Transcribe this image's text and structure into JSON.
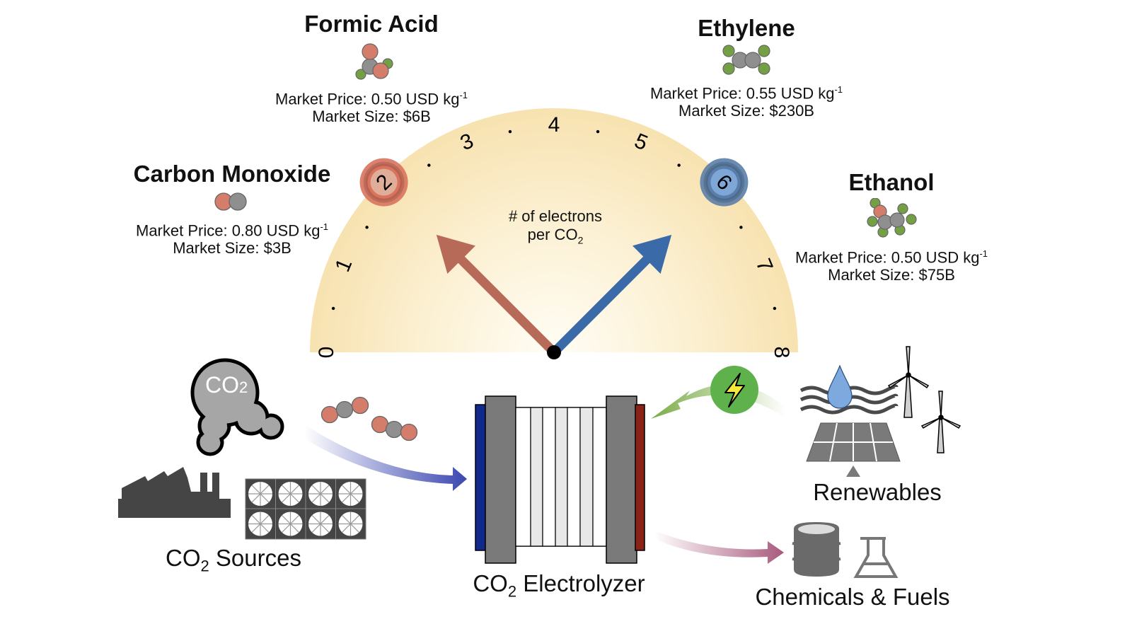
{
  "gauge": {
    "caption_line1": "# of electrons",
    "caption_line2": "per CO",
    "caption_sub": "2",
    "min": 0,
    "max": 8,
    "tick_labels": [
      "0",
      "1",
      "2",
      "3",
      "4",
      "5",
      "6",
      "7",
      "8"
    ],
    "pointers": [
      {
        "name": "co-formic-pointer",
        "value": 2,
        "color": "#b86a58",
        "badge_outer": "#d9735e",
        "badge_inner": "#e0ad98"
      },
      {
        "name": "ethylene-ethanol-pointer",
        "value": 6,
        "color": "#3a6aa8",
        "badge_outer": "#5a7eaa",
        "badge_inner": "#7ea6d6"
      }
    ],
    "colors": {
      "fill_edge": "#f7e2b0",
      "fill_center": "#fffdf5"
    }
  },
  "products": [
    {
      "id": "carbon-monoxide",
      "name": "Carbon Monoxide",
      "price_label": "Market Price: 0.80 USD kg",
      "price_exp": "-1",
      "size_label": "Market Size: $3B",
      "electrons": 2
    },
    {
      "id": "formic-acid",
      "name": "Formic Acid",
      "price_label": "Market Price: 0.50 USD kg",
      "price_exp": "-1",
      "size_label": "Market Size: $6B",
      "electrons": 2
    },
    {
      "id": "ethylene",
      "name": "Ethylene",
      "price_label": "Market Price: 0.55 USD kg",
      "price_exp": "-1",
      "size_label": "Market Size: $230B",
      "electrons": 6
    },
    {
      "id": "ethanol",
      "name": "Ethanol",
      "price_label": "Market Price: 0.50 USD kg",
      "price_exp": "-1",
      "size_label": "Market Size: $75B",
      "electrons": 6
    }
  ],
  "atom_colors": {
    "oxygen": "#d47d6a",
    "carbon": "#8f8f8f",
    "hydrogen": "#74a044"
  },
  "flow": {
    "sources_label": "CO",
    "sources_sub": "2",
    "sources_suffix": " Sources",
    "cloud_label": "CO",
    "cloud_sub": "2",
    "electrolyzer_label": "CO",
    "electrolyzer_sub": "2",
    "electrolyzer_suffix": " Electrolyzer",
    "renewables_label": "Renewables",
    "products_label": "Chemicals & Fuels"
  },
  "colors": {
    "cathode": "#0f2a8c",
    "anode": "#8a2315",
    "plate": "#7a7a7a",
    "industry": "#454545",
    "co2_arrow": "#3b47b0",
    "power_arrow": "#7aab45",
    "power_badge": "#5fb14c",
    "bolt": "#f2e93a",
    "product_arrow": "#a8587c",
    "water_drop": "#7ea9de"
  }
}
